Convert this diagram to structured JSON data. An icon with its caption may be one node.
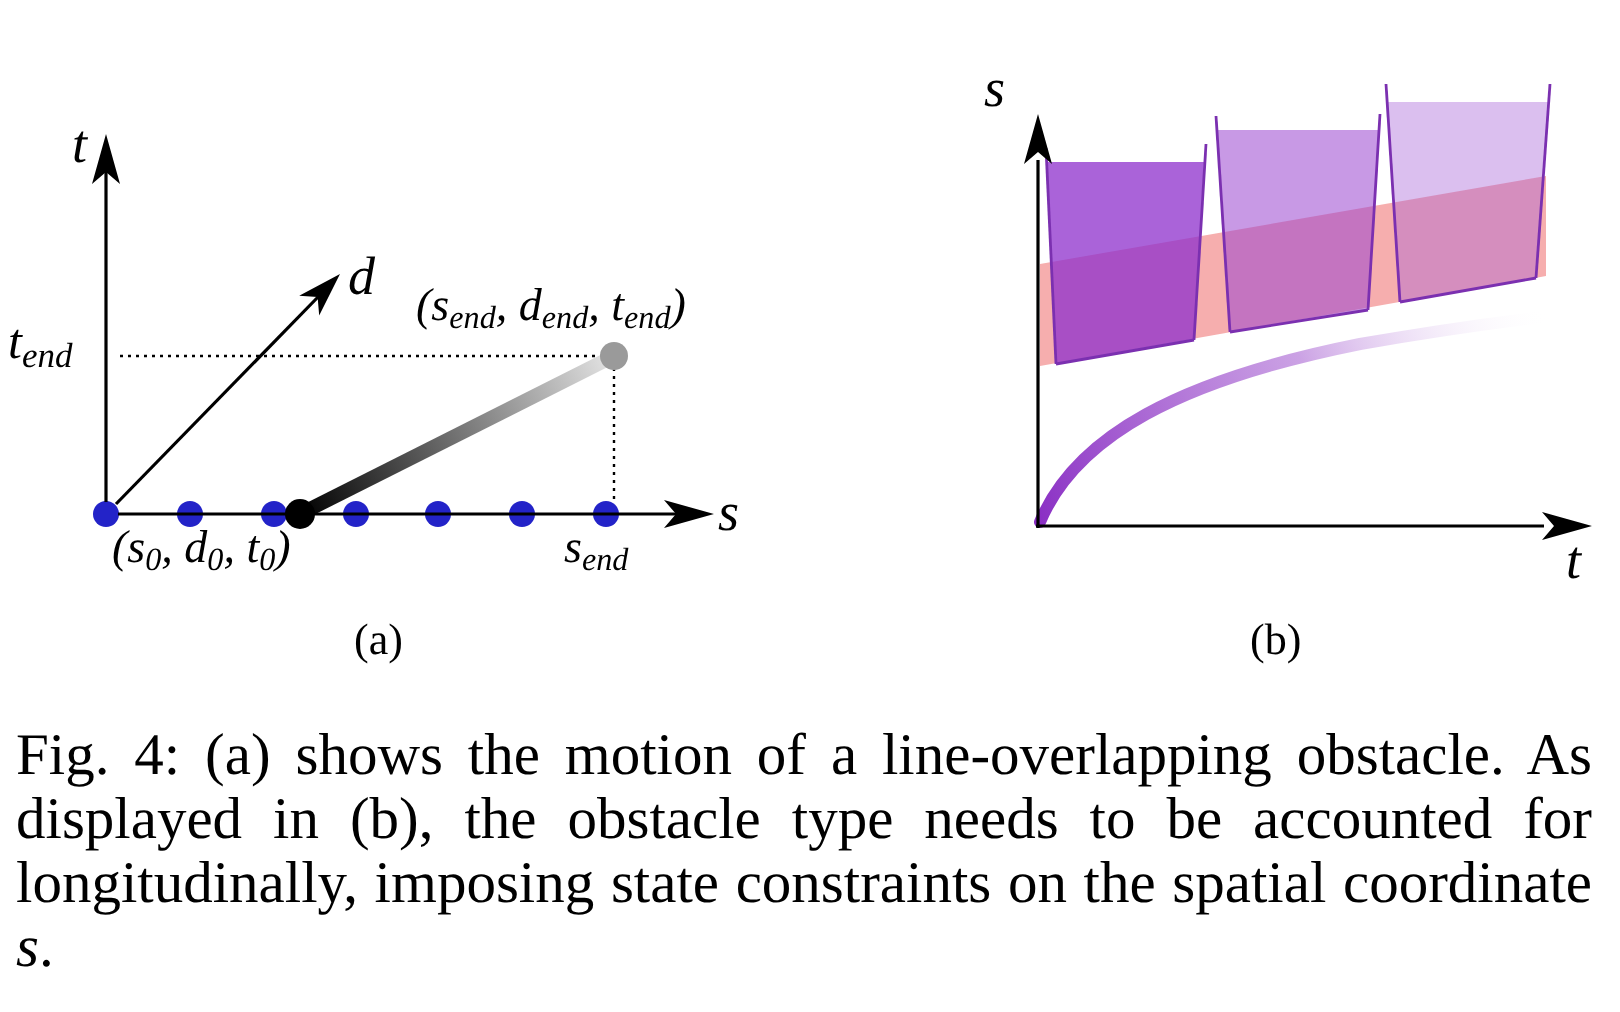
{
  "diagram": {
    "caption": "Fig. 4: (a) shows the motion of a line-overlapping obstacle. As displayed in (b), the obstacle type needs to be accounted for longitudinally, imposing state constraints on the spatial coordinate *s*.",
    "labels": [
      "t",
      "d",
      "(s$_{end}$, d$_{end}$, t$_{end}$)",
      "t$_{end}$",
      "s",
      "(s$_{0}$, d$_{0}$, t$_{0}$)",
      "s$_{end}$",
      "(a)",
      "s",
      "t",
      "(b)"
    ]
  }
}
